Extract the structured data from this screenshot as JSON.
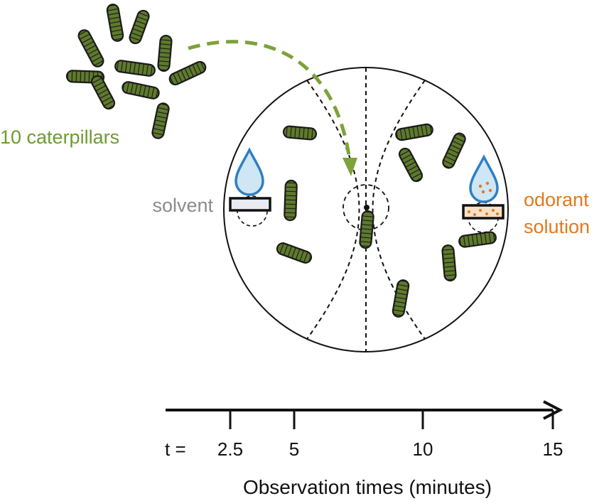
{
  "labels": {
    "caterpillars": "10 caterpillars",
    "solvent": "solvent",
    "odorant_line1": "odorant",
    "odorant_line2": "solution"
  },
  "timeline": {
    "prefix": "t =",
    "ticks": [
      "2.5",
      "5",
      "10",
      "15"
    ],
    "axis_label": "Observation times (minutes)"
  },
  "colors": {
    "caterpillar_fill": "#5e7a2c",
    "caterpillar_stroke": "#1a1a1a",
    "green_text": "#6f9a2e",
    "arrow_green": "#7da23a",
    "solvent_gray": "#8c8c8c",
    "odorant_orange": "#e07a1f",
    "drop_blue": "#2f7fc1",
    "drop_fill": "#cfe6f5",
    "line": "#111111"
  },
  "icons": {
    "caterpillar": "caterpillar-icon",
    "droplet": "droplet-icon",
    "filter_paper": "filter-paper-icon"
  }
}
